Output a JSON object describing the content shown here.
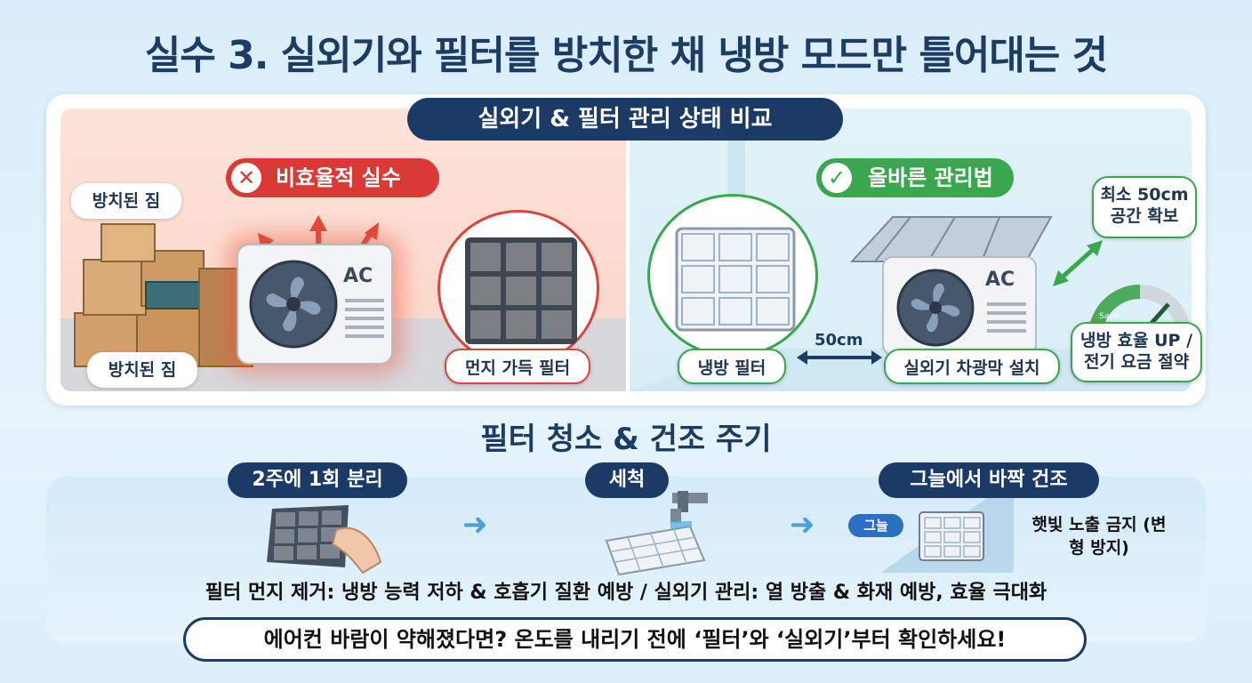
{
  "title": "실수 3. 실외기와 필터를 방치한 채 냉방 모드만 틀어대는 것",
  "comparison": {
    "title": "실외기 & 필터 관리 상태 비교",
    "bad": {
      "badge": "비효율적 실수",
      "icon": "x-icon",
      "label_luggage_top": "방치된 짐",
      "label_luggage_bottom": "방치된 짐",
      "ac_label": "AC",
      "label_filter": "먼지 가득 필터"
    },
    "good": {
      "badge": "올바른 관리법",
      "icon": "check-icon",
      "label_filter": "냉방 필터",
      "distance": "50cm",
      "label_shade": "실외기 차광막 설치",
      "ac_label": "AC",
      "space_note": "최소 50cm 공간 확보",
      "gauge_text": "Save",
      "efficiency_note": "냉방 효율 UP / 전기 요금 절약"
    }
  },
  "cycle": {
    "title": "필터 청소 & 건조 주기",
    "steps": [
      {
        "label": "2주에 1회 분리"
      },
      {
        "label": "세척"
      },
      {
        "label": "그늘에서 바짝 건조"
      }
    ],
    "shade_tag": "그늘",
    "sun_warning": "햇빛 노출 금지 (변형 방지)",
    "summary": "필터 먼지 제거: 냉방 능력 저하 & 호흡기 질환 예방 / 실외기 관리: 열 방출 & 화재 예방, 효율 극대화",
    "cta": "에어컨 바람이 약해졌다면? 온도를 내리기 전에 ‘필터’와 ‘실외기’부터 확인하세요!"
  },
  "colors": {
    "navy": "#1b3a66",
    "bad": "#d93a36",
    "good": "#3aa64e",
    "arrow": "#4aa0d8"
  }
}
